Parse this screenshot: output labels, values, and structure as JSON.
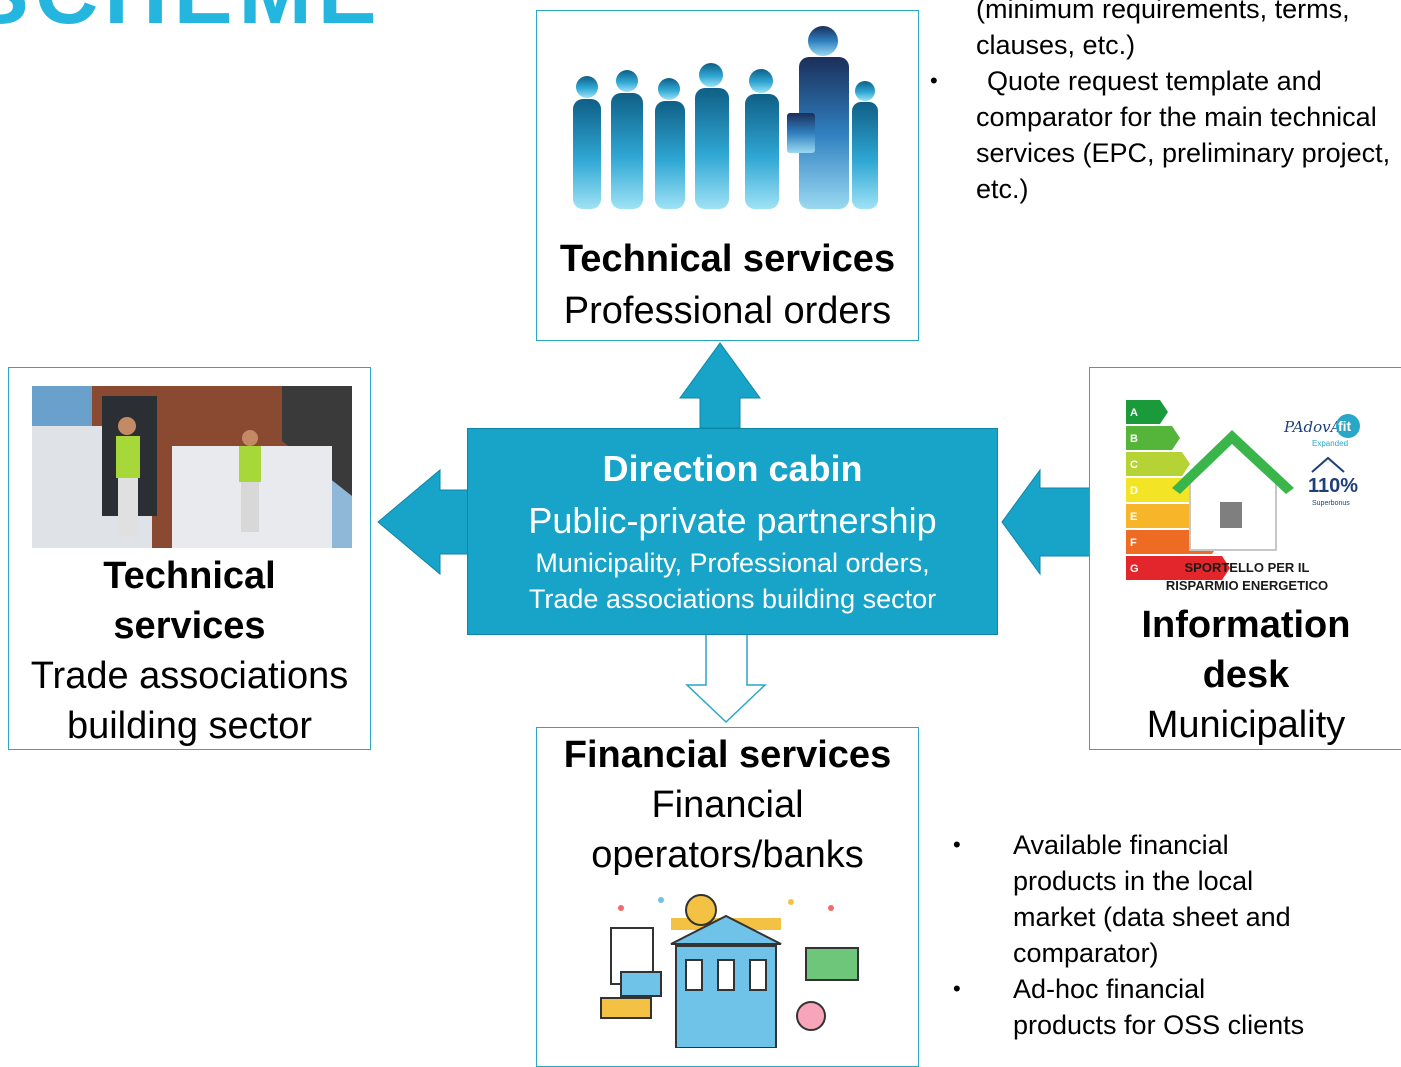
{
  "header": {
    "partial_title": "SCHEME"
  },
  "colors": {
    "accent": "#17a4c8",
    "border": "#2aa6c7",
    "title_cyan": "#25b6e0"
  },
  "top_box": {
    "title": "Technical services",
    "subtitle": "Professional orders"
  },
  "top_bullets": {
    "lines": [
      "(minimum requirements, terms,",
      "clauses, etc.)"
    ],
    "item2": [
      "Quote request template and",
      "comparator for the main technical",
      "services (EPC, preliminary project,",
      "etc.)"
    ]
  },
  "left_box": {
    "title_1": "Technical",
    "title_2": "services",
    "subtitle_1": "Trade associations",
    "subtitle_2": "building sector"
  },
  "center_box": {
    "title": "Direction cabin",
    "subtitle": "Public-private partnership",
    "detail_1": "Municipality, Professional orders,",
    "detail_2": "Trade associations building sector"
  },
  "right_box": {
    "logo_line_1": "SPORTELLO PER IL",
    "logo_line_2": "RISPARMIO ENERGETICO",
    "brand": "PAdovA",
    "brand_badge": "fit",
    "brand_sub": "Expanded",
    "bonus": "110%",
    "bonus_sub": "Superbonus",
    "energy_letters": [
      "A",
      "B",
      "C",
      "D",
      "E",
      "F",
      "G"
    ],
    "title_1": "Information",
    "title_2": "desk",
    "subtitle": "Municipality"
  },
  "bottom_box": {
    "title": "Financial services",
    "subtitle_1": "Financial",
    "subtitle_2": "operators/banks"
  },
  "bottom_bullets": {
    "item1": [
      "Available financial",
      "products in the local",
      "market (data sheet and",
      "comparator)"
    ],
    "item2": [
      "Ad-hoc financial",
      "products for OSS clients"
    ]
  }
}
